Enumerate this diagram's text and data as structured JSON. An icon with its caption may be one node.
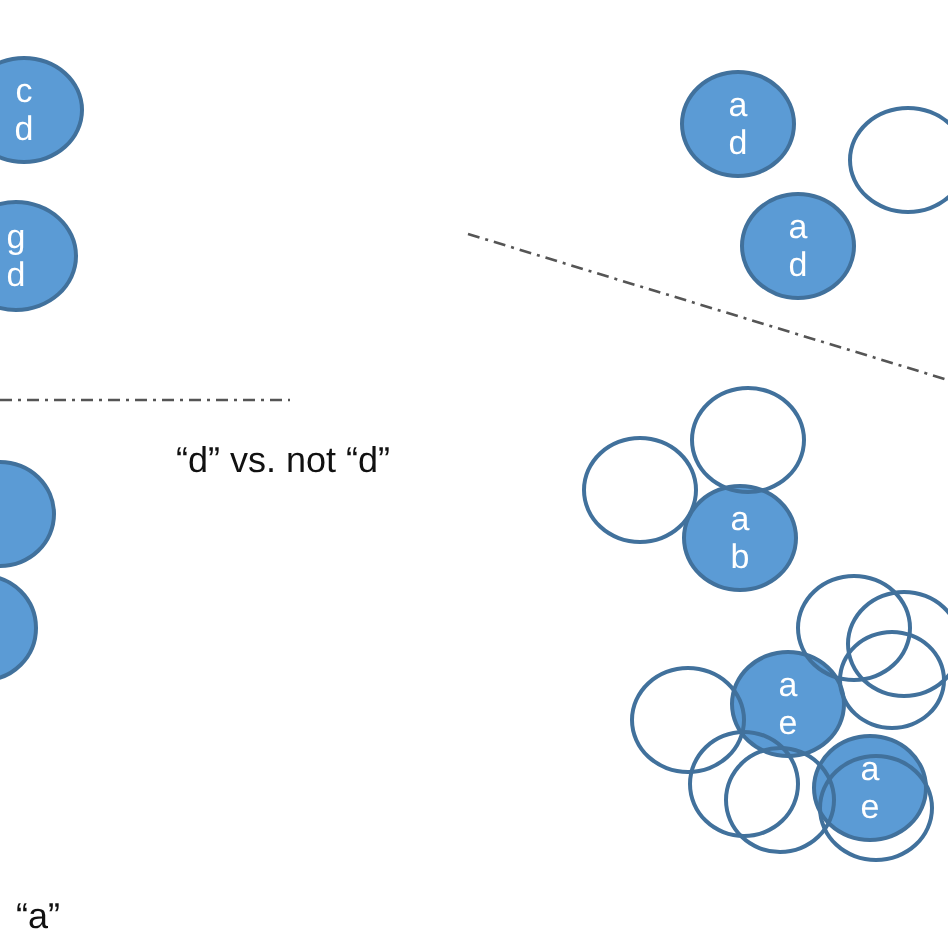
{
  "diagram": {
    "nodes": [
      {
        "text": [
          "c",
          "d"
        ]
      },
      {
        "text": [
          "a",
          "d"
        ]
      },
      {
        "text": [],
        "shape": "circle"
      },
      {
        "text": [
          "a",
          "d"
        ]
      },
      {
        "text": [
          "g",
          "d"
        ]
      },
      {
        "text": [],
        "shape": "circle"
      },
      {
        "text": [],
        "shape": "circle"
      },
      {
        "text": [],
        "shape": "circle"
      },
      {
        "text": [
          "a",
          "b"
        ]
      },
      {
        "text": [],
        "shape": "circle"
      },
      {
        "text": [],
        "shape": "circle"
      },
      {
        "text": [],
        "shape": "circle"
      },
      {
        "text": [
          "a",
          "e"
        ]
      },
      {
        "text": [],
        "shape": "circle"
      },
      {
        "text": [],
        "shape": "circle"
      },
      {
        "text": [],
        "shape": "circle"
      },
      {
        "text": [
          "a",
          "e"
        ]
      },
      {
        "text": [],
        "shape": "circle"
      },
      {
        "text": [],
        "shape": "circle"
      }
    ],
    "labels": [
      "“d” vs. not “d”",
      "“a”"
    ]
  }
}
